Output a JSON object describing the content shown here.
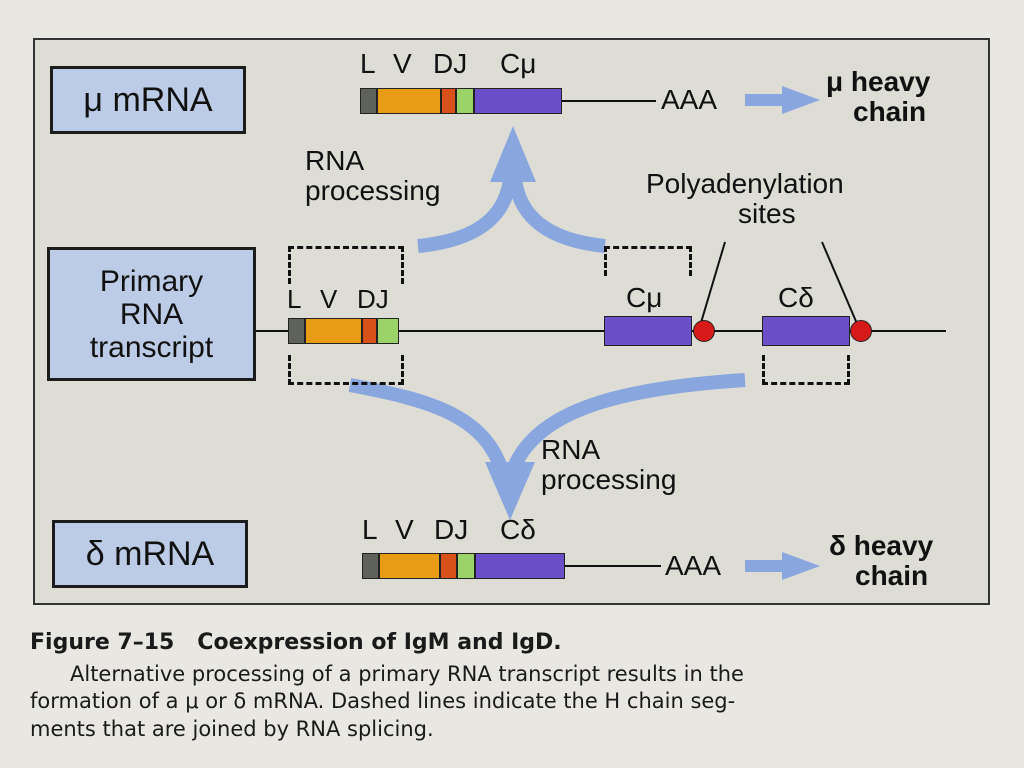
{
  "mu_mrna": {
    "label": "μ mRNA",
    "segment_labels": {
      "l": "L",
      "v": "V",
      "dj": "DJ",
      "c": "Cμ"
    },
    "tail": "AAA",
    "product_line1": "μ heavy",
    "product_line2": "chain"
  },
  "primary": {
    "label_line1": "Primary",
    "label_line2": "RNA",
    "label_line3": "transcript",
    "segment_labels": {
      "l": "L",
      "v": "V",
      "dj": "DJ",
      "c_mu": "Cμ",
      "c_delta": "Cδ"
    }
  },
  "delta_mrna": {
    "label": "δ mRNA",
    "segment_labels": {
      "l": "L",
      "v": "V",
      "dj": "DJ",
      "c": "Cδ"
    },
    "tail": "AAA",
    "product_line1": "δ heavy",
    "product_line2": "chain"
  },
  "processing_top": {
    "line1": "RNA",
    "line2": "processing"
  },
  "processing_bottom": {
    "line1": "RNA",
    "line2": "processing"
  },
  "polyA": {
    "line1": "Polyadenylation",
    "line2": "sites"
  },
  "caption": {
    "title": "Figure 7–15   Coexpression of IgM and IgD.",
    "line1": "Alternative processing of a primary RNA transcript results in the",
    "line2": "formation of a μ or δ mRNA. Dashed lines indicate the H chain seg-",
    "line3": "ments that are joined by RNA splicing."
  },
  "colors": {
    "panel_bg": "#ddddd6",
    "label_box": "#bccbe6",
    "leader": "#5e6259",
    "v_segment": "#e89c16",
    "d_segment": "#d8501a",
    "j_segment": "#9bd36a",
    "constant": "#6a4fc8",
    "polyA_site": "#d61a1a",
    "arrow": "#8aa6de"
  }
}
